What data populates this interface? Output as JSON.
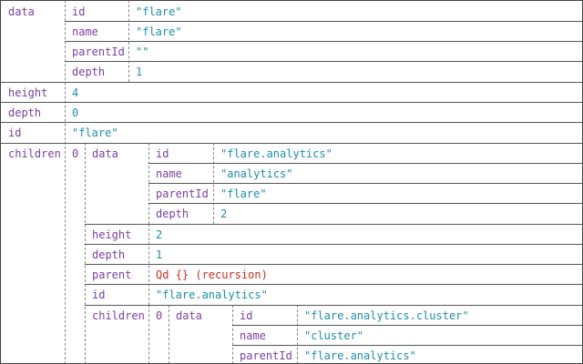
{
  "tree": {
    "data_key": "data",
    "data": {
      "id_key": "id",
      "id_val": "\"flare\"",
      "name_key": "name",
      "name_val": "\"flare\"",
      "parentId_key": "parentId",
      "parentId_val": "\"\"",
      "depth_key": "depth",
      "depth_val": "1"
    },
    "height_key": "height",
    "height_val": "4",
    "depth_key": "depth",
    "depth_val": "0",
    "id_key": "id",
    "id_val": "\"flare\"",
    "children_key": "children",
    "children": {
      "index": "0",
      "data_key": "data",
      "data": {
        "id_key": "id",
        "id_val": "\"flare.analytics\"",
        "name_key": "name",
        "name_val": "\"analytics\"",
        "parentId_key": "parentId",
        "parentId_val": "\"flare\"",
        "depth_key": "depth",
        "depth_val": "2"
      },
      "height_key": "height",
      "height_val": "2",
      "depth_key": "depth",
      "depth_val": "1",
      "parent_key": "parent",
      "parent_val": "Qd {} (recursion)",
      "id_key": "id",
      "id_val": "\"flare.analytics\"",
      "children_key": "children",
      "children": {
        "index": "0",
        "data_key": "data",
        "data": {
          "id_key": "id",
          "id_val": "\"flare.analytics.cluster\"",
          "name_key": "name",
          "name_val": "\"cluster\"",
          "parentId_key": "parentId",
          "parentId_val": "\"flare.analytics\""
        }
      }
    }
  },
  "colors": {
    "key": "#7a3fa8",
    "value": "#1a8fb0",
    "recursion": "#d42c1e"
  }
}
